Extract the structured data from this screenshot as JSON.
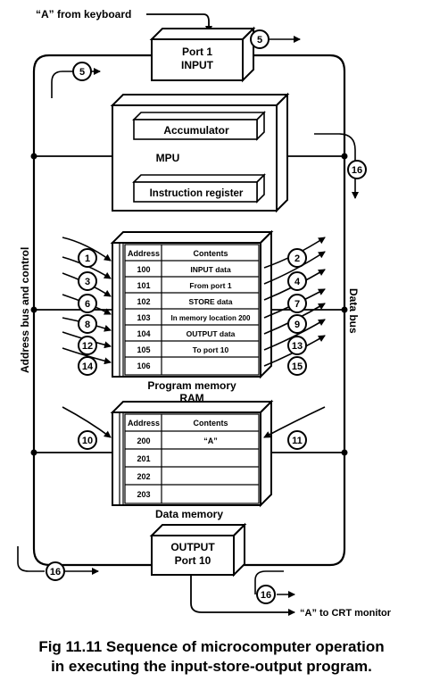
{
  "inputs": {
    "keyboard": "“A” from keyboard",
    "crt": "“A” to CRT monitor"
  },
  "port1": {
    "line1": "Port 1",
    "line2": "INPUT"
  },
  "mpu": {
    "label": "MPU",
    "accumulator": "Accumulator",
    "ir": "Instruction register"
  },
  "buses": {
    "address": "Address bus and control",
    "data": "Data bus"
  },
  "program_memory": {
    "caption": "Program memory",
    "ram": "RAM",
    "header": {
      "address": "Address",
      "contents": "Contents"
    },
    "rows": [
      {
        "address": "100",
        "contents": "INPUT data"
      },
      {
        "address": "101",
        "contents": "From port 1"
      },
      {
        "address": "102",
        "contents": "STORE data"
      },
      {
        "address": "103",
        "contents": "In memory location 200"
      },
      {
        "address": "104",
        "contents": "OUTPUT data"
      },
      {
        "address": "105",
        "contents": "To port 10"
      },
      {
        "address": "106",
        "contents": ""
      }
    ]
  },
  "data_memory": {
    "caption": "Data memory",
    "header": {
      "address": "Address",
      "contents": "Contents"
    },
    "rows": [
      {
        "address": "200",
        "contents": "“A”"
      },
      {
        "address": "201",
        "contents": ""
      },
      {
        "address": "202",
        "contents": ""
      },
      {
        "address": "203",
        "contents": ""
      }
    ]
  },
  "output_port": {
    "line1": "OUTPUT",
    "line2": "Port 10"
  },
  "steps": {
    "s1": "1",
    "s2": "2",
    "s3": "3",
    "s4": "4",
    "s5": "5",
    "s6": "6",
    "s7": "7",
    "s8": "8",
    "s9": "9",
    "s10": "10",
    "s11": "11",
    "s12": "12",
    "s13": "13",
    "s14": "14",
    "s15": "15",
    "s16": "16"
  },
  "caption": {
    "line1": "Fig 11.11 Sequence of microcomputer operation",
    "line2": "in executing the input-store-output program."
  }
}
